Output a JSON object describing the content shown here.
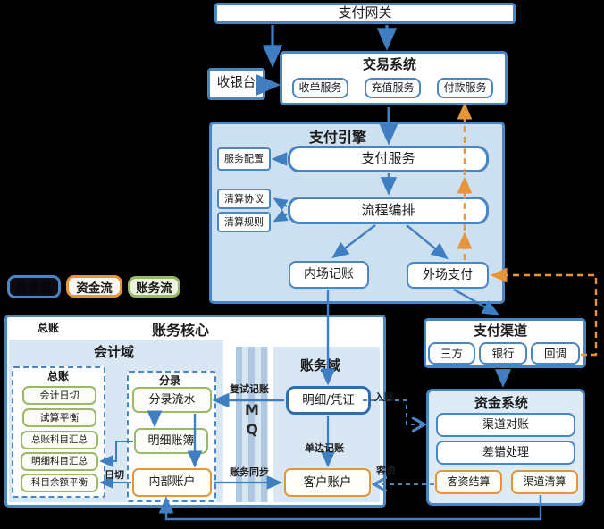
{
  "gateway": {
    "label": "支付网关"
  },
  "cashier": {
    "label": "收银台"
  },
  "trade": {
    "title": "交易系统",
    "acquiring": "收单服务",
    "recharge": "充值服务",
    "payout": "付款服务"
  },
  "engine": {
    "title": "支付引擎",
    "payment_service": "支付服务",
    "service_config": "服务配置",
    "orchestration": "流程编排",
    "clearing_protocol": "清算协议",
    "clearing_rule": "清算规则",
    "internal_booking": "内场记账",
    "external_payment": "外场支付"
  },
  "legend": {
    "info_flow": "信息流",
    "fund_flow": "资金流",
    "account_flow": "账务流"
  },
  "core": {
    "title": "账务核心",
    "corner_label": "总账",
    "accounting_domain": {
      "title": "会计域",
      "gl_group": {
        "title": "总账",
        "items": [
          "会计日切",
          "试算平衡",
          "总账科目汇总",
          "明细科目汇总",
          "科目余额平衡"
        ]
      },
      "entry_group": {
        "title": "分录",
        "entry_flow": "分录流水",
        "detail_ledger": "明细账簿",
        "internal_account": "内部账户"
      }
    },
    "mq": [
      "M",
      "Q"
    ],
    "booking_domain": {
      "title": "账务域",
      "detail_voucher": "明细/凭证",
      "customer_account": "客户账户"
    }
  },
  "channel": {
    "title": "支付渠道",
    "third_party": "三方",
    "bank": "银行",
    "callback": "回调"
  },
  "fund": {
    "title": "资金系统",
    "reconciliation": "渠道对账",
    "error_handling": "差错处理",
    "customer_settlement": "客资结算",
    "channel_clearing": "渠道清算"
  },
  "labels": {
    "double_entry": "复试记账",
    "account_sync": "账务同步",
    "single_entry": "单边记账",
    "booking": "入账",
    "customer_fund": "客资",
    "day_cut": "日切"
  },
  "colors": {
    "blue": "#4a86c5",
    "orange": "#e8953a",
    "green": "#9ab86a"
  }
}
